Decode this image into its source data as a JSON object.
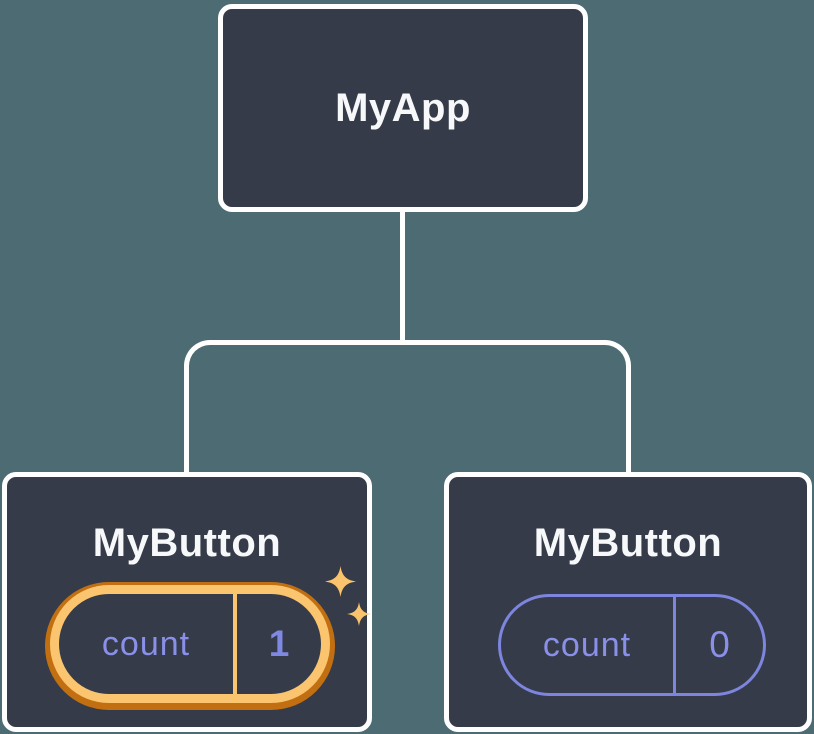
{
  "diagram": {
    "title_hint": "component tree with state",
    "root": {
      "label": "MyApp"
    },
    "children": [
      {
        "label": "MyButton",
        "state": {
          "key": "count",
          "value": "1"
        },
        "highlighted": true
      },
      {
        "label": "MyButton",
        "state": {
          "key": "count",
          "value": "0"
        },
        "highlighted": false
      }
    ],
    "colors": {
      "background": "#4c6b72",
      "node_fill": "#353b48",
      "node_border": "#ffffff",
      "connector": "#ffffff",
      "label_text": "#f7f8fa",
      "state_text": "#8a90e8",
      "state_value_highlight": "#7f88e2",
      "highlight_ring_light": "#fbc46e",
      "highlight_ring_dark": "#c26f12",
      "plain_pill_outline": "#7d85de",
      "sparkle": "#f9c46d"
    }
  }
}
